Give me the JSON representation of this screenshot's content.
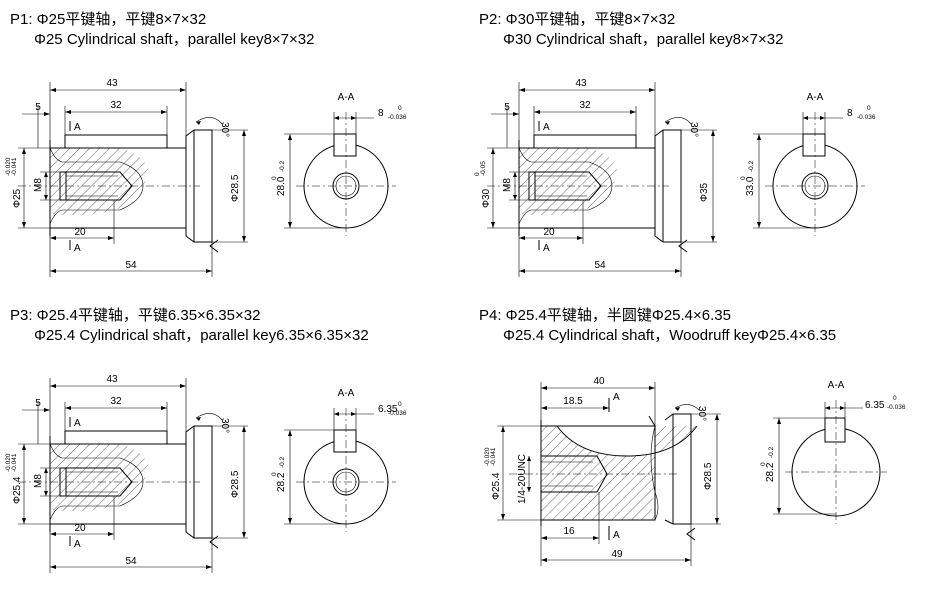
{
  "panels": [
    {
      "id": "p1",
      "title_cn": "P1: Φ25平键轴，平键8×7×32",
      "title_en": "Φ25 Cylindrical shaft，parallel key8×7×32",
      "dims": {
        "d43": "43",
        "d32": "32",
        "d5": "5",
        "d20": "20",
        "d54": "54",
        "m8": "M8",
        "angle": "30°",
        "sec": "A",
        "od": "Φ28.5"
      },
      "shaft_dia": "Φ25",
      "shaft_tol_up": "-0.020",
      "shaft_tol_lo": "-0.041",
      "section": {
        "label": "A-A",
        "key": "8",
        "key_tol_up": "0",
        "key_tol_lo": "-0.036",
        "h": "28.0",
        "h_tol_up": "0",
        "h_tol_lo": "-0.2"
      }
    },
    {
      "id": "p2",
      "title_cn": "P2: Φ30平键轴，平键8×7×32",
      "title_en": "Φ30 Cylindrical shaft，parallel key8×7×32",
      "dims": {
        "d43": "43",
        "d32": "32",
        "d5": "5",
        "d20": "20",
        "d54": "54",
        "m8": "M8",
        "angle": "30°",
        "sec": "A",
        "od": "Φ35"
      },
      "shaft_dia": "Φ30",
      "shaft_tol_up": "0",
      "shaft_tol_lo": "-0.05",
      "section": {
        "label": "A-A",
        "key": "8",
        "key_tol_up": "0",
        "key_tol_lo": "-0.036",
        "h": "33.0",
        "h_tol_up": "0",
        "h_tol_lo": "-0.2"
      }
    },
    {
      "id": "p3",
      "title_cn": "P3: Φ25.4平键轴，平键6.35×6.35×32",
      "title_en": "Φ25.4 Cylindrical shaft，parallel key6.35×6.35×32",
      "dims": {
        "d43": "43",
        "d32": "32",
        "d5": "5",
        "d20": "20",
        "d54": "54",
        "m8": "M8",
        "angle": "30°",
        "sec": "A",
        "od": "Φ28.5"
      },
      "shaft_dia": "Φ25.4",
      "shaft_tol_up": "-0.020",
      "shaft_tol_lo": "-0.041",
      "section": {
        "label": "A-A",
        "key": "6.35",
        "key_tol_up": "0",
        "key_tol_lo": "-0.036",
        "h": "28.2",
        "h_tol_up": "0",
        "h_tol_lo": "-0.2"
      }
    },
    {
      "id": "p4",
      "title_cn": "P4: Φ25.4平键轴，半圆键Φ25.4×6.35",
      "title_en": "Φ25.4 Cylindrical shaft，Woodruff keyΦ25.4×6.35",
      "dims": {
        "d40": "40",
        "d18": "18.5",
        "d16": "16",
        "d49": "49",
        "unc": "1/4-20UNC",
        "angle": "30°",
        "sec": "A",
        "od": "Φ28.5"
      },
      "shaft_dia": "Φ25.4",
      "shaft_tol_up": "-0.020",
      "shaft_tol_lo": "-0.041",
      "section": {
        "label": "A-A",
        "key": "6.35",
        "key_tol_up": "0",
        "key_tol_lo": "-0.036",
        "h": "28.2",
        "h_tol_up": "0",
        "h_tol_lo": "-0.2"
      }
    }
  ]
}
